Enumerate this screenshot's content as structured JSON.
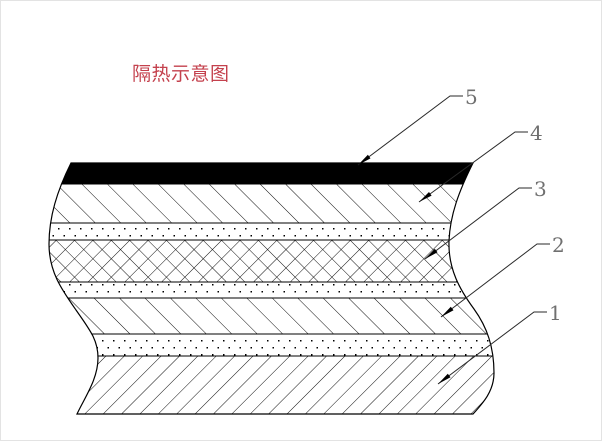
{
  "title": {
    "text": "隔热示意图",
    "color": "#c4414d"
  },
  "diagram": {
    "type": "layered-cross-section-schematic",
    "line_color": "#000000",
    "label_color": "#707070",
    "labels": [
      {
        "number": "5",
        "points_to": "top-solid-black-coating"
      },
      {
        "number": "4",
        "points_to": "upper-diagonal-hatch-layer"
      },
      {
        "number": "3",
        "points_to": "cross-hatch-core-layer"
      },
      {
        "number": "2",
        "points_to": "middle-diagonal-hatch-layer"
      },
      {
        "number": "1",
        "points_to": "base-diagonal-hatch-layer"
      }
    ],
    "layers_top_to_bottom": [
      {
        "label": "5",
        "pattern": "solid-black"
      },
      {
        "label": "4",
        "pattern": "diagonal-hatch-down"
      },
      {
        "label": "",
        "pattern": "stipple-dots"
      },
      {
        "label": "3",
        "pattern": "cross-hatch"
      },
      {
        "label": "",
        "pattern": "stipple-dots"
      },
      {
        "label": "2",
        "pattern": "diagonal-hatch-down"
      },
      {
        "label": "",
        "pattern": "stipple-dots"
      },
      {
        "label": "1",
        "pattern": "diagonal-hatch-up"
      }
    ]
  }
}
